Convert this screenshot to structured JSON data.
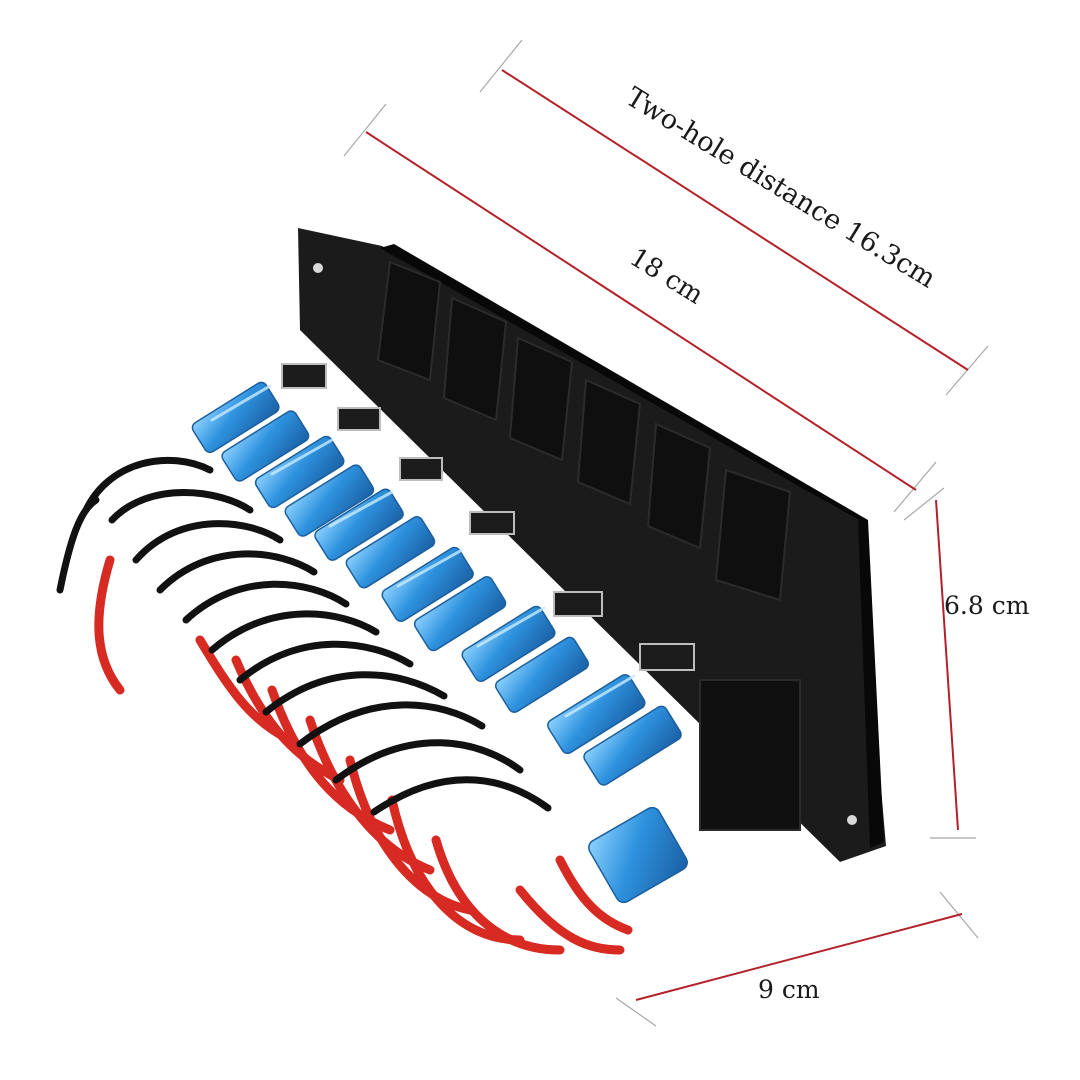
{
  "dimensions": {
    "hole_distance": "Two-hole distance 16.3cm",
    "length": "18 cm",
    "height": "6.8 cm",
    "depth": "9 cm"
  },
  "colors": {
    "dimension_line": "#b3222a",
    "extension_line": "#9a9a9a",
    "panel": "#141414",
    "connector_blue": "#2f8fd8",
    "wire_red": "#d62a22",
    "wire_black": "#111111",
    "bracket_silver": "#b9b9b9"
  },
  "product": {
    "switch_count": 6
  }
}
